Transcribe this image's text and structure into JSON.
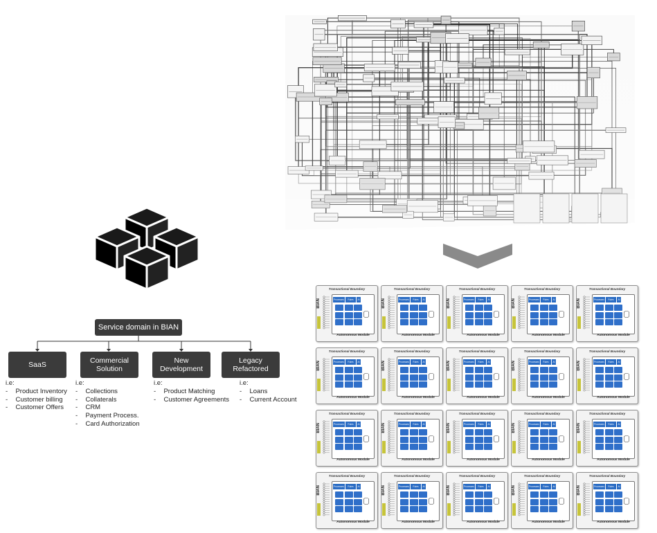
{
  "domain_header": "Service domain in BIAN",
  "categories": [
    {
      "title_lines": [
        "SaaS"
      ],
      "ie": "i.e:",
      "items": [
        "Product Inventory",
        "Customer billing",
        "Customer Offers"
      ]
    },
    {
      "title_lines": [
        "Commercial",
        "Solution"
      ],
      "ie": "i.e:",
      "items": [
        "Collections",
        "Collaterals",
        "CRM",
        "Payment Process.",
        "Card Authorization"
      ]
    },
    {
      "title_lines": [
        "New",
        "Development"
      ],
      "ie": "i.e:",
      "items": [
        "Product Matching",
        "Customer Agreements"
      ]
    },
    {
      "title_lines": [
        "Legacy",
        "Refactored"
      ],
      "ie": "i.e:",
      "items": [
        "Loans",
        "Current Account"
      ]
    }
  ],
  "module": {
    "boundary_label": "Transactional Boundary",
    "tab_labels": [
      "Processes",
      "Rules",
      "AI"
    ],
    "footer_label": "Autonomous Module",
    "bian_label": "BIAN",
    "rows": 4,
    "cols": 5
  },
  "colors": {
    "dark_box": "#3b3b3b",
    "module_blue": "#2f6fc9",
    "bian_yellow": "#c6c43a",
    "arrow_gray": "#8a8a8a"
  }
}
